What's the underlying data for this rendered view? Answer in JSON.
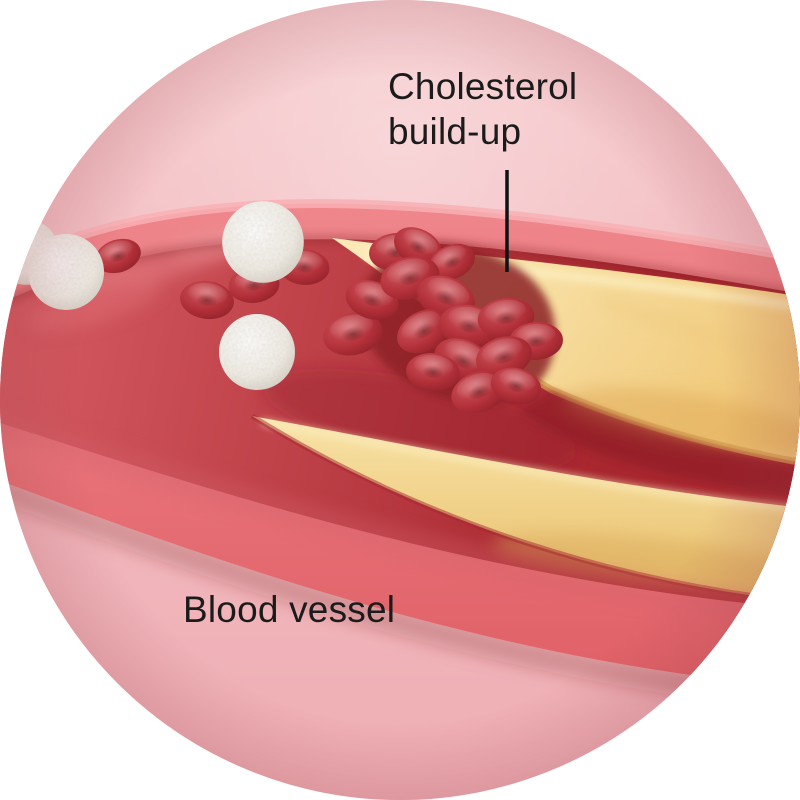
{
  "figure": {
    "shape": "circular-illustration",
    "subject": "Blood vessel with cholesterol build-up",
    "labels": {
      "cholesterol_line1": "Cholesterol",
      "cholesterol_line2": "build-up",
      "blood_vessel": "Blood vessel"
    },
    "colors": {
      "background_top": "#f6c9cc",
      "background_bottom": "#eeadb3",
      "vessel_wall": "#f08a8f",
      "vessel_wall_dark": "#e05f66",
      "vessel_rim_highlight": "#f8b0b4",
      "lumen_light": "#d65c63",
      "lumen_dark": "#a8272f",
      "plaque_light": "#fbeab8",
      "plaque_deep": "#f0c878",
      "plaque_shadow": "#d7a355",
      "rbc_light": "#cf545b",
      "rbc_mid": "#b23039",
      "rbc_dark": "#8a1e25",
      "wbc_light": "#ffffff",
      "wbc_shade": "#c9c1b4",
      "label_text": "#1b1b1b",
      "pointer_line": "#111111"
    }
  }
}
